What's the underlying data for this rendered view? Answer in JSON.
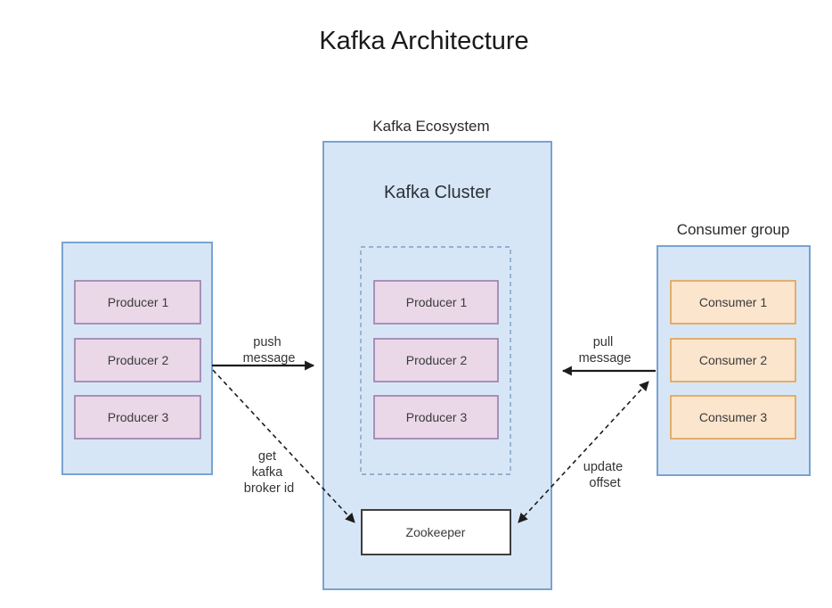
{
  "title": "Kafka Architecture",
  "colors": {
    "panel_blue_fill": "#d7e6f7",
    "panel_blue_stroke": "#79a3d2",
    "inner_dashed_stroke": "#7d9fc4",
    "producer_fill": "#ead8e8",
    "producer_stroke": "#9b7cab",
    "consumer_fill": "#fce5cd",
    "consumer_stroke": "#e2a14c",
    "zookeeper_fill": "#ffffff",
    "zookeeper_stroke": "#3f3f3f",
    "arrow_color": "#1c1c1c"
  },
  "producers_panel": {
    "items": [
      "Producer 1",
      "Producer 2",
      "Producer 3"
    ]
  },
  "ecosystem": {
    "label": "Kafka Ecosystem",
    "cluster_label": "Kafka Cluster",
    "cluster_items": [
      "Producer 1",
      "Producer 2",
      "Producer 3"
    ],
    "zookeeper_label": "Zookeeper"
  },
  "consumer_group": {
    "label": "Consumer group",
    "items": [
      "Consumer 1",
      "Consumer 2",
      "Consumer 3"
    ]
  },
  "arrows": {
    "push": {
      "lines": [
        "push",
        "message"
      ]
    },
    "pull": {
      "lines": [
        "pull",
        "message"
      ]
    },
    "get_broker": {
      "lines": [
        "get",
        "kafka",
        "broker id"
      ]
    },
    "update_offset": {
      "lines": [
        "update",
        "offset"
      ]
    }
  }
}
